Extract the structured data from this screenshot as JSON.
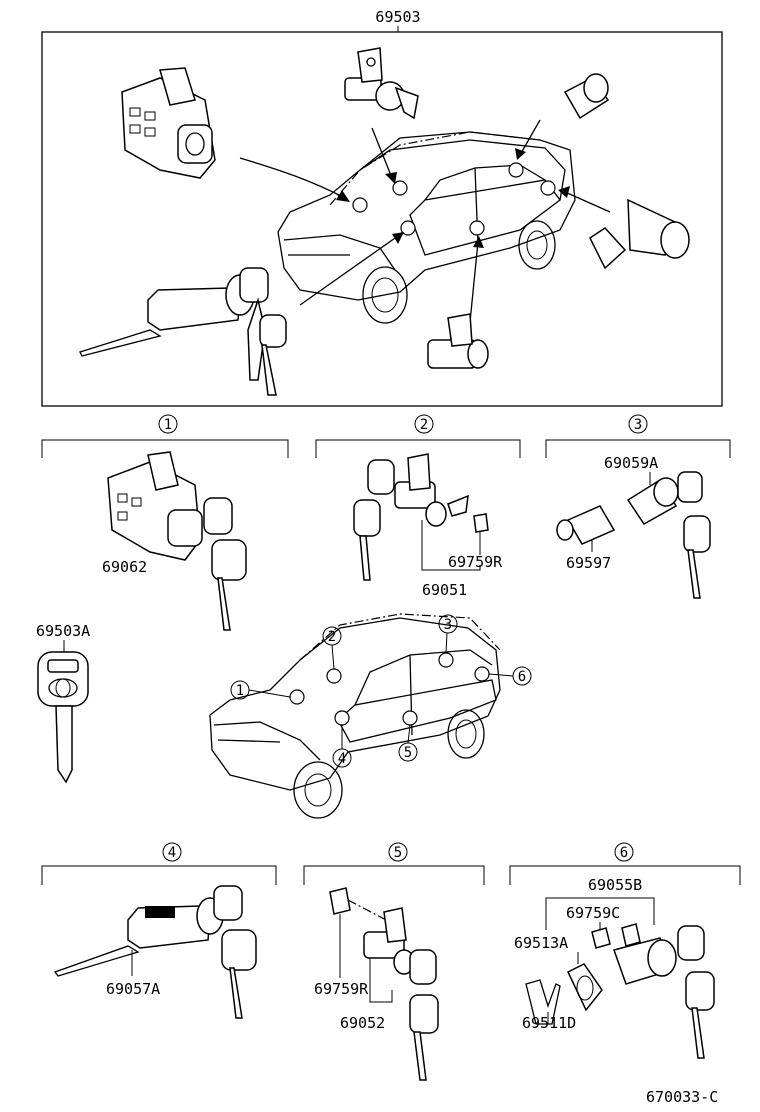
{
  "header_part_number": "69503",
  "footer_code": "670033-C",
  "sections": [
    {
      "number": "1",
      "parts": [
        "69062"
      ]
    },
    {
      "number": "2",
      "parts": [
        "69759R",
        "69051"
      ]
    },
    {
      "number": "3",
      "parts": [
        "69059A",
        "69597"
      ]
    },
    {
      "number": "4",
      "parts": [
        "69057A"
      ]
    },
    {
      "number": "5",
      "parts": [
        "69759R",
        "69052"
      ]
    },
    {
      "number": "6",
      "parts": [
        "69055B",
        "69759C",
        "69513A",
        "69511D"
      ]
    }
  ],
  "standalone_part": "69503A",
  "vehicle_callouts": [
    "1",
    "2",
    "3",
    "4",
    "5",
    "6"
  ]
}
